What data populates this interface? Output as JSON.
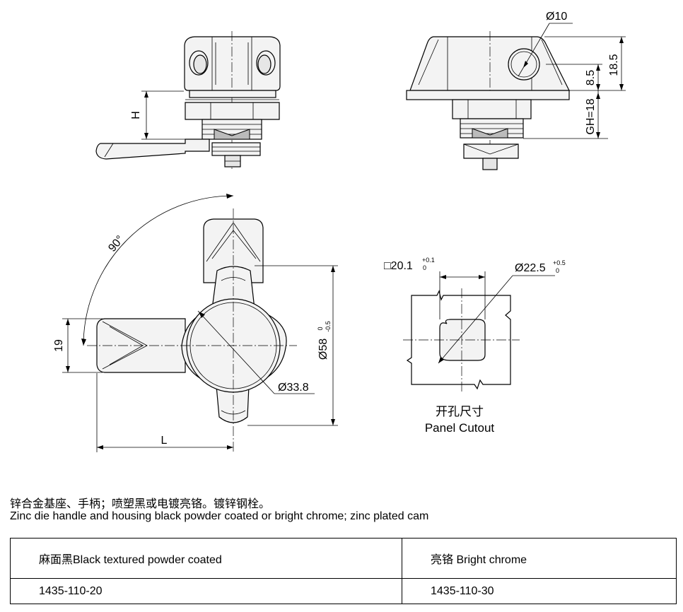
{
  "diagram": {
    "labels": {
      "H": "H",
      "d10": "Ø10",
      "d185": "18.5",
      "d85": "8.5",
      "gh": "GH=18",
      "angle": "90°",
      "w19": "19",
      "L": "L",
      "d338": "Ø33.8",
      "d58": "Ø58",
      "d58_tol_upper": "0",
      "d58_tol_lower": "-0.5",
      "sq": "□20.1",
      "sq_tol_upper": "+0.1",
      "sq_tol_lower": "0",
      "d225": "Ø22.5",
      "d225_tol_upper": "+0.5",
      "d225_tol_lower": "0",
      "cutout_zh": "开孔尺寸",
      "cutout_en": "Panel Cutout"
    }
  },
  "description": {
    "zh": "锌合金基座、手柄；喷塑黑或电镀亮铬。镀锌钢栓。",
    "en": "Zinc die handle and housing black powder coated or bright chrome;  zinc plated cam"
  },
  "table": {
    "headers": [
      "麻面黑Black textured powder coated",
      "亮铬 Bright chrome"
    ],
    "rows": [
      [
        "1435-110-20",
        "1435-110-30"
      ]
    ]
  }
}
